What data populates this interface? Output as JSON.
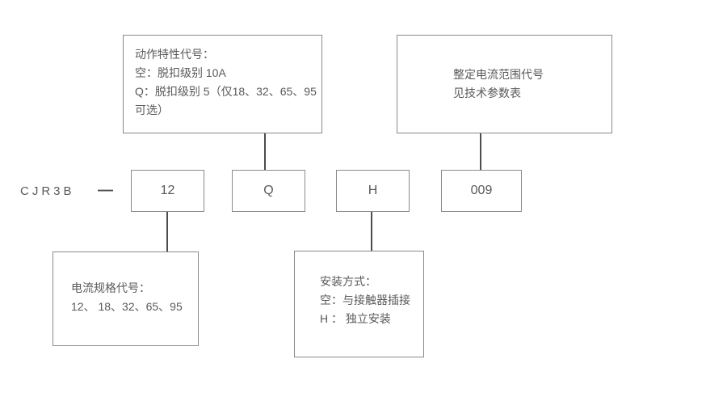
{
  "diagram": {
    "model_prefix": "CJR3B",
    "separator": "—",
    "codes": {
      "current_spec": "12",
      "action_characteristic": "Q",
      "mounting_type": "H",
      "current_range": "009"
    },
    "callouts": {
      "action_characteristic": {
        "lines": [
          "动作特性代号：",
          "空：脱扣级别 10A",
          "Q：脱扣级别 5（仅18、32、65、95",
          "可选）"
        ]
      },
      "current_range": {
        "lines": [
          "整定电流范围代号",
          "见技术参数表"
        ]
      },
      "current_spec": {
        "lines": [
          "电流规格代号：",
          "12、 18、32、65、95"
        ]
      },
      "mounting_type": {
        "lines": [
          "安装方式：",
          "空：与接触器插接",
          "H ： 独立安装"
        ]
      }
    },
    "colors": {
      "background": "#ffffff",
      "box_border": "#8a8a8a",
      "text": "#595959",
      "connector": "#4d4d4d"
    }
  }
}
